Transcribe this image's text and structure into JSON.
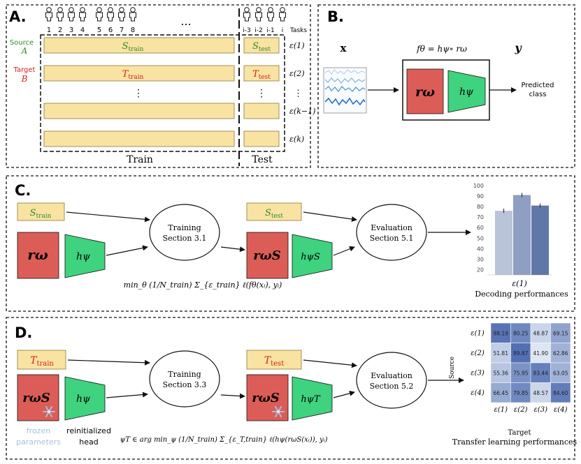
{
  "panel_a": {
    "label": "A.",
    "subject_numbers": [
      "1",
      "2",
      "3",
      "4",
      "5",
      "6",
      "7",
      "8"
    ],
    "ellipsis": "...",
    "test_subject_numbers": [
      "i-3",
      "i-2",
      "i-1",
      "i"
    ],
    "tasks_label": "Tasks",
    "source_label": "Source",
    "source_letter": "A",
    "target_label": "Target",
    "target_letter": "B",
    "s_train": "S",
    "s_train_sub": "train",
    "s_test": "S",
    "s_test_sub": "test",
    "t_train": "T",
    "t_train_sub": "train",
    "t_test": "T",
    "t_test_sub": "test",
    "row_labels": [
      "ε(1)",
      "ε(2)",
      "⋮",
      "ε(k−1)",
      "ε(k)"
    ],
    "vdots": "⋮",
    "train_caption": "Train",
    "test_caption": "Test"
  },
  "panel_b": {
    "label": "B.",
    "x_label": "x",
    "f_label": "fθ = hψ∘ rω",
    "y_label": "y",
    "r_label": "rω",
    "h_label": "hψ",
    "predicted": [
      "Predicted",
      "class"
    ]
  },
  "panel_c": {
    "label": "C.",
    "s_train": "S",
    "s_train_sub": "train",
    "s_test": "S",
    "s_test_sub": "test",
    "r_label": "rω",
    "h_label": "hψ",
    "r_label2": "rωS",
    "h_label2": "hψS",
    "training": [
      "Training",
      "Section 3.1"
    ],
    "evaluation": [
      "Evaluation",
      "Section 5.1"
    ],
    "formula": "min_θ (1/N_train) Σ_{ε_train} ℓ(fθ(xᵢ), yᵢ)",
    "bar_xlabel": "ε(1)",
    "bar_caption": "Decoding performances"
  },
  "panel_d": {
    "label": "D.",
    "t_train": "T",
    "t_train_sub": "train",
    "t_test": "T",
    "t_test_sub": "test",
    "r_label": "rωS",
    "h_label": "hψ",
    "h_label2": "hψT",
    "training": [
      "Training",
      "Section 3.3"
    ],
    "evaluation": [
      "Evaluation",
      "Section 5.2"
    ],
    "frozen": [
      "frozen",
      "parameters"
    ],
    "reinit": [
      "reinitialized",
      "head"
    ],
    "formula": "ψT ∈ arg min_ψ (1/N_train) Σ_{ε_T,train} ℓ(hψ(rωS(xᵢ)), yᵢ)",
    "heatmap_caption": "Transfer learning performances",
    "heatmap_ylabel": "Source",
    "heatmap_xlabel": "Target"
  },
  "chart_data": [
    {
      "type": "bar",
      "categories": [
        "ε(1)"
      ],
      "series": [
        {
          "values": [
            76
          ]
        },
        {
          "values": [
            91
          ]
        },
        {
          "values": [
            81
          ]
        }
      ],
      "ylim": [
        15,
        100
      ],
      "yticks": [
        20,
        30,
        40,
        50,
        60,
        70,
        80,
        90,
        100
      ],
      "colors": [
        "#b9c4d8",
        "#8e9fc2",
        "#5f78a8"
      ],
      "error_bars": true,
      "xlabel": "ε(1)",
      "caption": "Decoding performances"
    },
    {
      "type": "heatmap",
      "row_labels": [
        "ε(1)",
        "ε(2)",
        "ε(3)",
        "ε(4)"
      ],
      "col_labels": [
        "ε(1)",
        "ε(2)",
        "ε(3)",
        "ε(4)"
      ],
      "values": [
        [
          88.19,
          80.25,
          48.87,
          69.15
        ],
        [
          51.81,
          89.87,
          41.9,
          62.86
        ],
        [
          55.36,
          75.95,
          83.44,
          63.05
        ],
        [
          66.45,
          79.85,
          48.57,
          84.6
        ]
      ],
      "value_labels": [
        [
          "88.19",
          "80.25",
          "48.87",
          "69.15"
        ],
        [
          "51.81",
          "89.87",
          "41.90",
          "62.86"
        ],
        [
          "55.36",
          "75.95",
          "83.44",
          "63.05"
        ],
        [
          "66.45",
          "79.85",
          "48.57",
          "84.60"
        ]
      ],
      "ylabel": "Source",
      "xlabel": "Target",
      "caption": "Transfer learning performances"
    }
  ]
}
